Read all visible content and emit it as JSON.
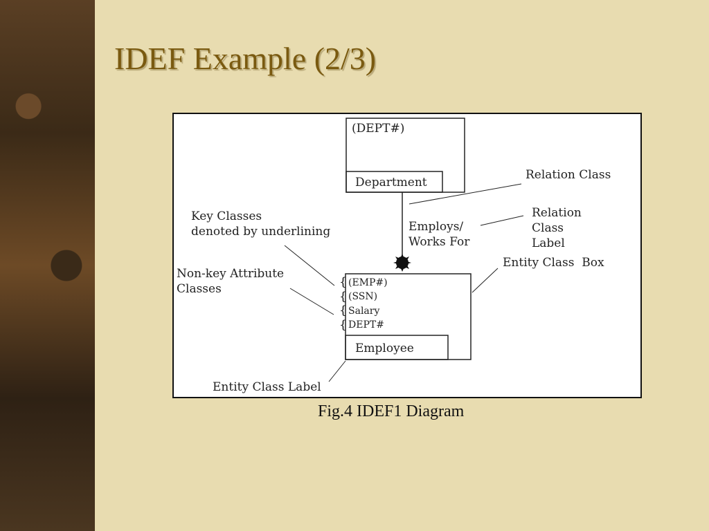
{
  "slide": {
    "title": "IDEF Example (2/3)",
    "caption": "Fig.4 IDEF1 Diagram"
  },
  "diagram": {
    "department": {
      "key": "(DEPT#)",
      "label": "Department"
    },
    "employee": {
      "attributes": [
        "(EMP#)",
        "(SSN)",
        "Salary",
        "DEPT#"
      ],
      "label": "Employee"
    },
    "relation": {
      "label_line1": "Employs/",
      "label_line2": "Works For"
    },
    "annotations": {
      "relation_class": "Relation Class",
      "relation_class_label": [
        "Relation",
        "Class",
        "Label"
      ],
      "key_classes": [
        "Key Classes",
        "denoted by underlining"
      ],
      "non_key": [
        "Non-key Attribute",
        "Classes"
      ],
      "entity_class_box": "Entity Class  Box",
      "entity_class_label": "Entity Class Label"
    }
  }
}
